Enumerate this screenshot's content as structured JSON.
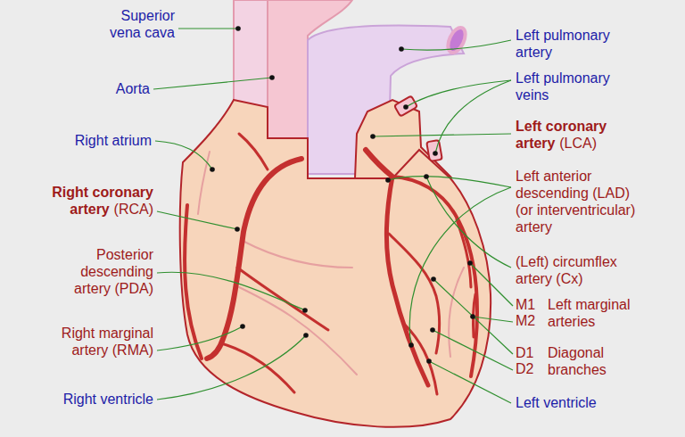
{
  "diagram": {
    "labels": [
      "Superior vena cava",
      "Left pulmonary artery",
      "Aorta",
      "Left pulmonary veins",
      "Left coronary artery",
      "(LCA)",
      "Right atrium",
      "Left anterior descending (LAD) (or interventricular) artery",
      "Right coronary artery",
      "(RCA)",
      "(Left) circumflex artery (Cx)",
      "Posterior descending artery (PDA)",
      "M1",
      "M2",
      "Left marginal arteries",
      "Right marginal artery (RMA)",
      "D1",
      "D2",
      "Diagonal branches",
      "Right ventricle",
      "Left ventricle"
    ]
  }
}
